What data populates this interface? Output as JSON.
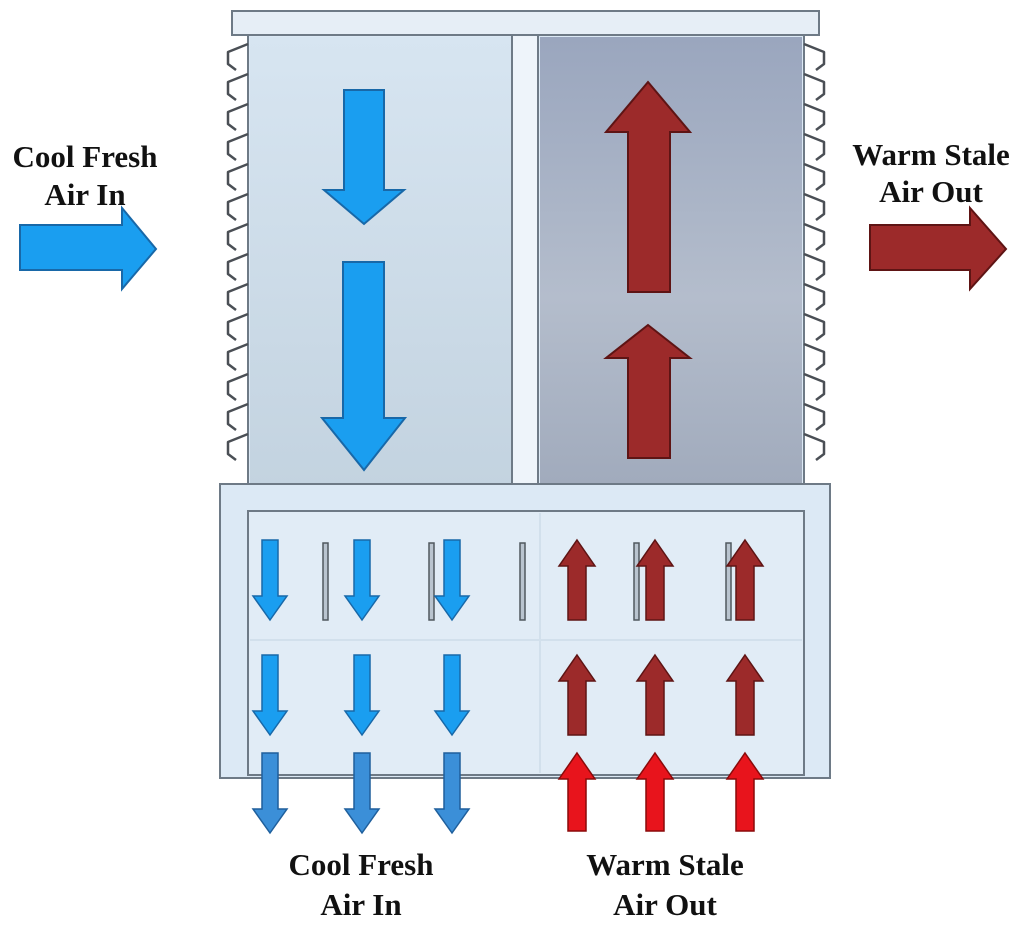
{
  "labels": {
    "left_line1": "Cool Fresh",
    "left_line2": "Air In",
    "right_line1": "Warm Stale",
    "right_line2": "Air Out",
    "bottom_left_line1": "Cool Fresh",
    "bottom_left_line2": "Air In",
    "bottom_right_line1": "Warm Stale",
    "bottom_right_line2": "Air Out"
  },
  "colors": {
    "cool_arrow": "#1a9ef0",
    "cool_arrow_outlet": "#3b8fd8",
    "warm_arrow": "#9c2a2a",
    "warm_arrow_inlet": "#e8141c",
    "intake_chamber": "#cfdfec",
    "exhaust_chamber": "#a3aec4",
    "housing": "#dce9f5",
    "outline": "#6e7a86"
  },
  "icons": {
    "louver": "louver-icon",
    "cool_flow": "arrow-down-icon",
    "warm_flow": "arrow-up-icon"
  }
}
